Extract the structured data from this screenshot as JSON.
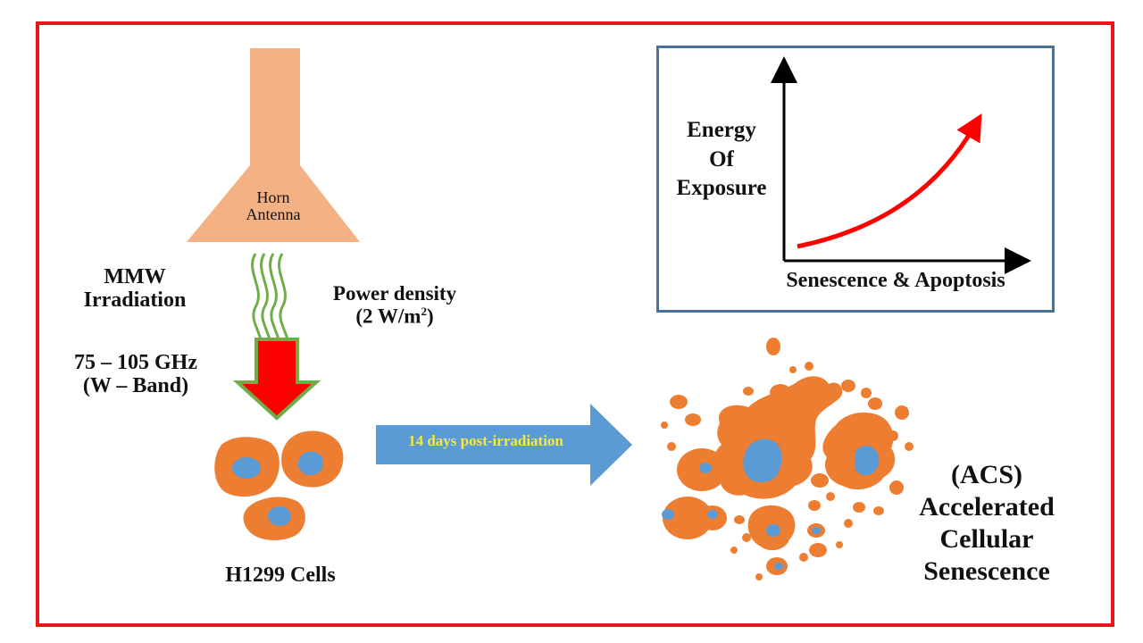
{
  "antenna": {
    "label_line1": "Horn",
    "label_line2": "Antenna"
  },
  "irradiation": {
    "line1": "MMW",
    "line2": "Irradiation"
  },
  "frequency": {
    "line1": "75 – 105 GHz",
    "line2": "(W – Band)"
  },
  "power": {
    "line1": "Power density",
    "line2_prefix": "(2 W/m",
    "line2_sup": "2",
    "line2_suffix": ")"
  },
  "cells_label": "H1299 Cells",
  "arrow_label": "14 days post-irradiation",
  "outcome": {
    "line1": "(ACS)",
    "line2": "Accelerated",
    "line3": "Cellular",
    "line4": "Senescence"
  },
  "inset_chart": {
    "y_label_line1": "Energy",
    "y_label_line2": "Of",
    "y_label_line3": "Exposure",
    "x_label": "Senescence & Apoptosis"
  },
  "colors": {
    "frame": "#e8171b",
    "antenna": "#f4b183",
    "waves": "#70ad47",
    "down_arrow": "#ff0000",
    "cell_body": "#ed7d31",
    "nucleus": "#5b9bd5",
    "right_arrow": "#5b9bd5",
    "chart_border": "#4a7298",
    "trend": "#ff0000"
  }
}
